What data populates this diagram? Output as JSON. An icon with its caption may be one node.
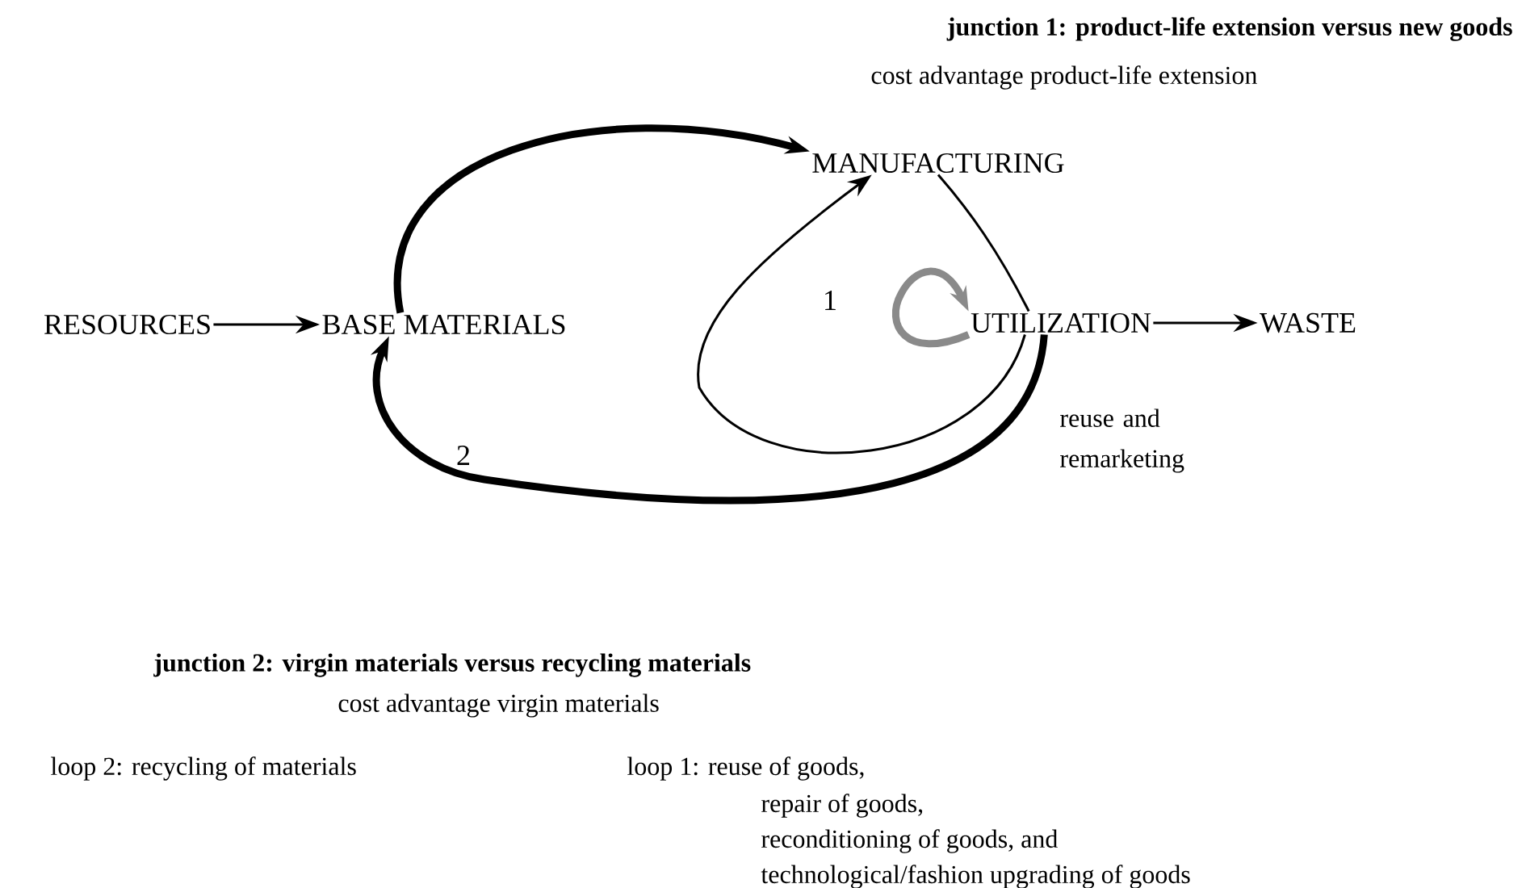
{
  "diagram": {
    "nodes": [
      {
        "text": [
          "RESOURCES"
        ]
      },
      {
        "text": [
          "BASE MATERIALS"
        ]
      },
      {
        "text": [
          "MANUFACTURING"
        ]
      },
      {
        "text": [
          "UTILIZATION"
        ]
      },
      {
        "text": [
          "WASTE"
        ]
      }
    ],
    "edges": [
      {
        "from": 0,
        "to": 1,
        "arrow": "to"
      },
      {
        "from": 1,
        "to": 2,
        "arrow": "to",
        "style": "thick"
      },
      {
        "from": 2,
        "to": 3,
        "arrow": "none"
      },
      {
        "from": 3,
        "to": 2,
        "arrow": "to",
        "label": "1"
      },
      {
        "from": 3,
        "to": 1,
        "arrow": "to",
        "label": "2",
        "style": "thick"
      },
      {
        "from": 3,
        "to": 4,
        "arrow": "to"
      },
      {
        "from": 3,
        "to": 3,
        "arrow": "to",
        "style": "thick",
        "color": "#8a8a8a"
      }
    ],
    "labels": [
      "junction 1: product-life extension versus new goods",
      "cost advantage product-life extension",
      "reuse and remarketing",
      "junction 2: virgin materials versus recycling materials",
      "cost advantage virgin materials",
      "loop 2: recycling of materials",
      "loop 1: reuse of goods,",
      "repair of goods,",
      "reconditioning of goods, and",
      "technological/fashion upgrading of goods"
    ]
  }
}
